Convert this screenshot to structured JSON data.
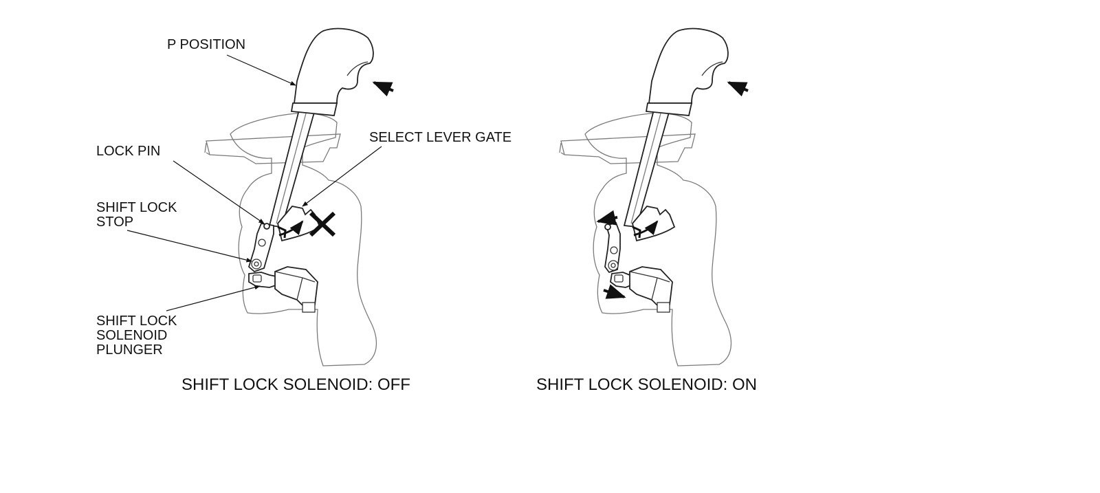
{
  "labels": {
    "p_position": "P POSITION",
    "select_lever_gate": "SELECT LEVER GATE",
    "lock_pin": "LOCK PIN",
    "shift_lock_stop_line1": "SHIFT LOCK",
    "shift_lock_stop_line2": "STOP",
    "solenoid_plunger_line1": "SHIFT LOCK",
    "solenoid_plunger_line2": "SOLENOID",
    "solenoid_plunger_line3": "PLUNGER"
  },
  "captions": {
    "off": "SHIFT LOCK SOLENOID: OFF",
    "on": "SHIFT LOCK SOLENOID: ON"
  }
}
